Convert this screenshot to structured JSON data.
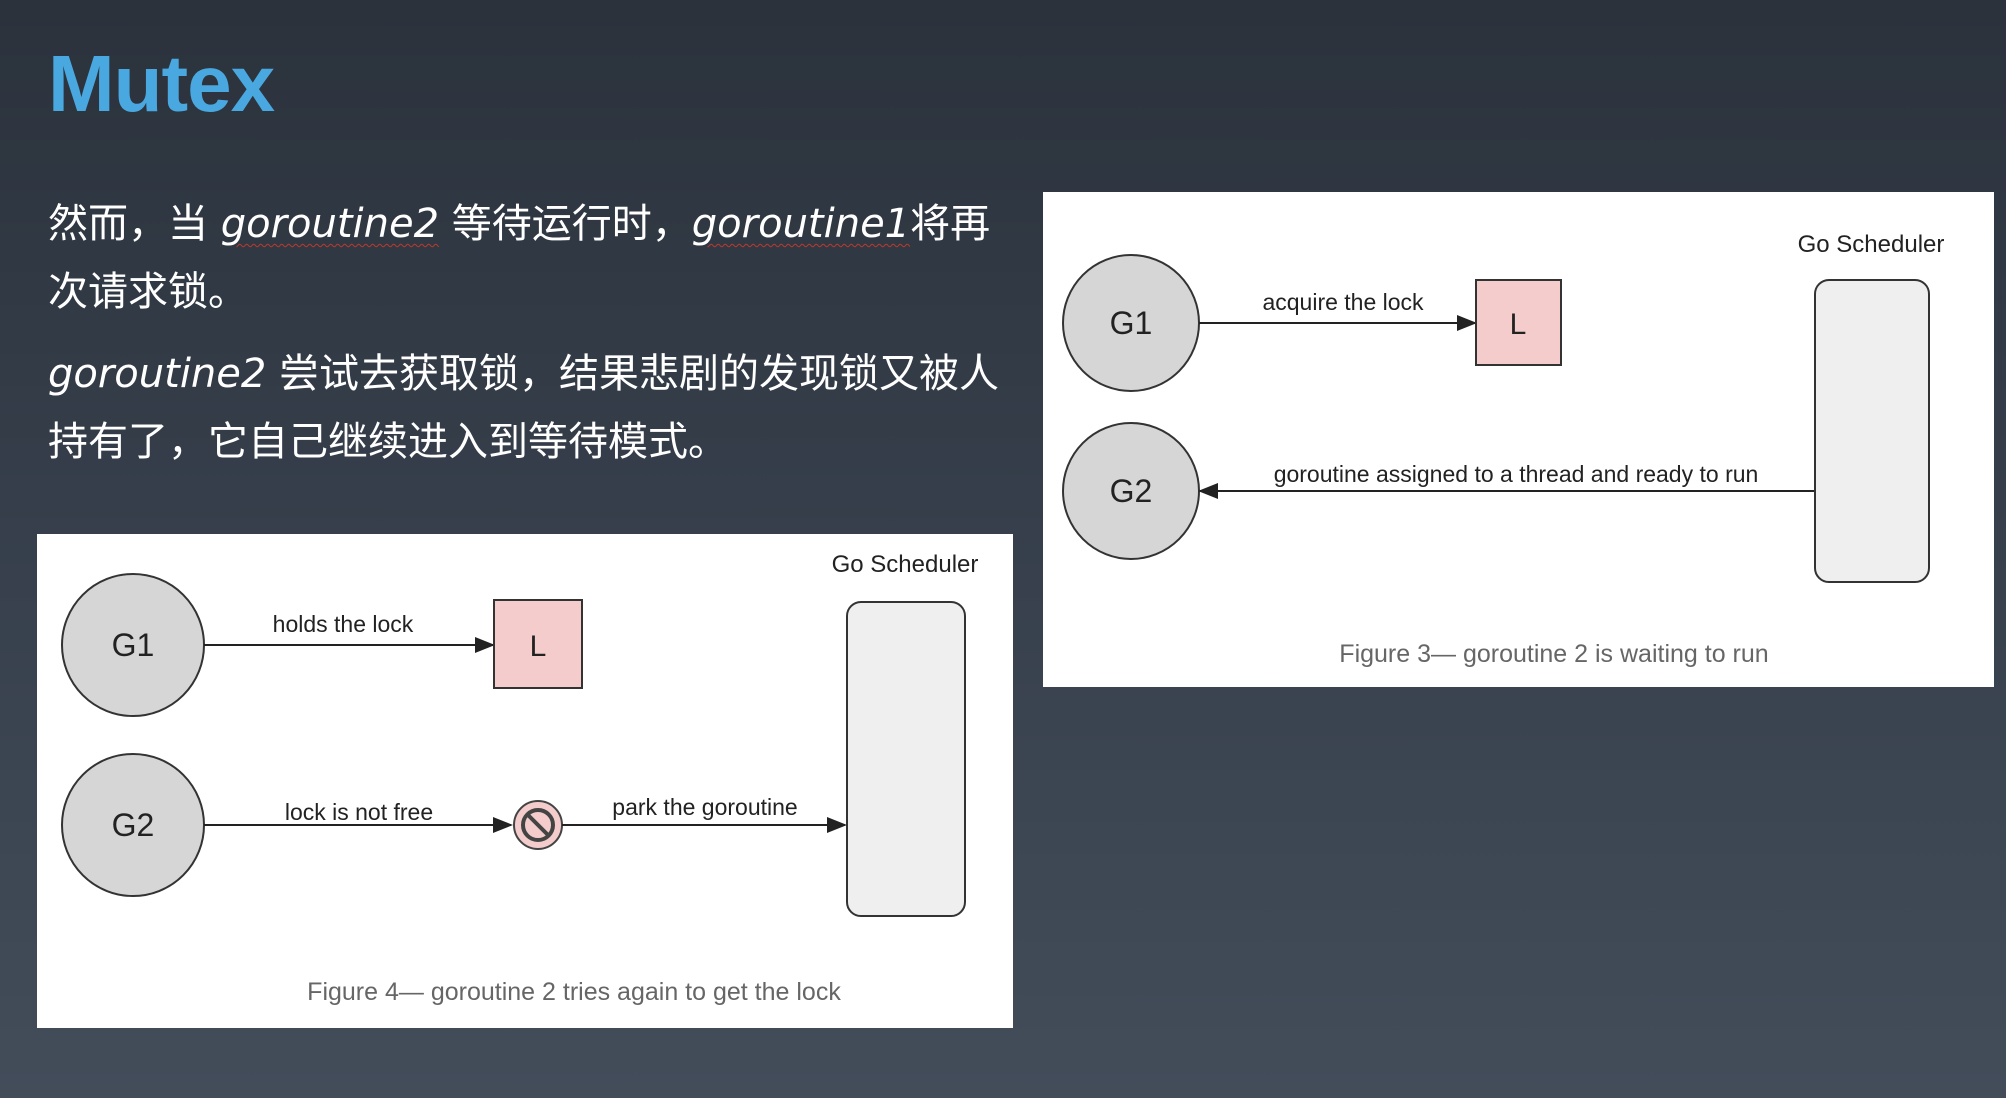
{
  "slide": {
    "title": "Mutex",
    "para1": {
      "s1": "然而，当 ",
      "g2": "goroutine2",
      "s2": " 等待运行时，",
      "g1": "goroutine1",
      "s3": "将再次请求锁。"
    },
    "para2": {
      "g2": "goroutine2",
      "s1": " 尝试去获取锁，结果悲剧的发现锁又被人持有了，它自己继续进入到等待模式。"
    }
  },
  "figure4": {
    "g1_label": "G1",
    "g2_label": "G2",
    "lock_label": "L",
    "scheduler_label": "Go Scheduler",
    "edge_holds": "holds the lock",
    "edge_not_free": "lock is not free",
    "edge_park": "park the goroutine",
    "caption": "Figure 4— goroutine 2 tries again to get the lock",
    "colors": {
      "goroutine_fill": "#d6d6d6",
      "lock_fill": "#f4cccc",
      "scheduler_fill": "#efefef",
      "block_icon": "#cc0000"
    }
  },
  "figure3": {
    "g1_label": "G1",
    "g2_label": "G2",
    "lock_label": "L",
    "scheduler_label": "Go Scheduler",
    "edge_acquire": "acquire the lock",
    "edge_assigned": "goroutine assigned to a thread and ready to run",
    "caption": "Figure 3— goroutine 2 is waiting to run"
  }
}
